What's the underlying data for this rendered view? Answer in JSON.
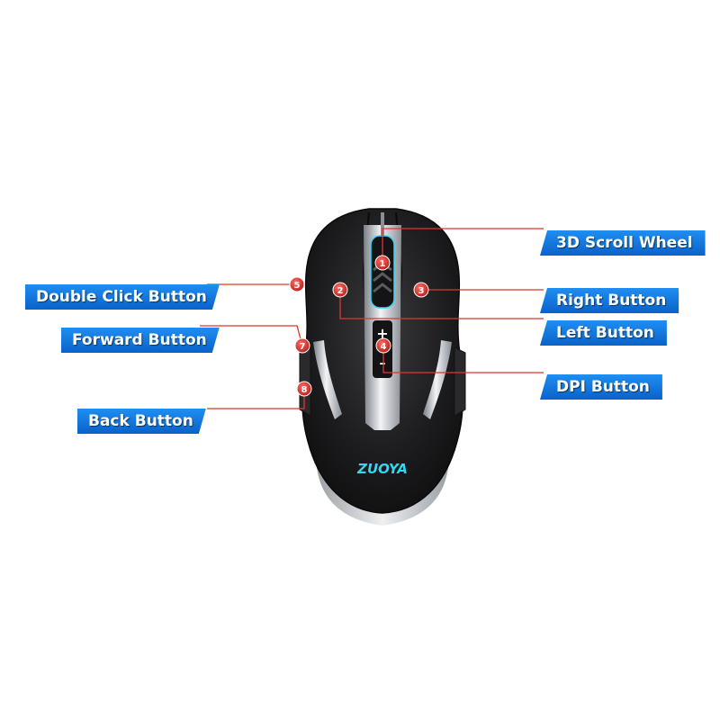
{
  "brand": "ZUOYA",
  "callouts": {
    "scroll_wheel": "3D Scroll Wheel",
    "double_click": "Double Click Button",
    "right_button": "Right Button",
    "forward": "Forward Button",
    "left_button": "Left Button",
    "dpi": "DPI Button",
    "back": "Back Button"
  },
  "markers": {
    "m1": "1",
    "m2": "2",
    "m3": "3",
    "m4": "4",
    "m5": "5",
    "m7": "7",
    "m8": "8"
  },
  "dpi_symbols": {
    "plus": "+",
    "minus": "–"
  },
  "colors": {
    "callout_blue": "#0a62c9",
    "leader_red": "#e3342f",
    "marker_red": "#d42a24",
    "mouse_body": "#1c1c1e",
    "logo_cyan": "#35d6f0",
    "chrome": "#c8ccd2"
  }
}
